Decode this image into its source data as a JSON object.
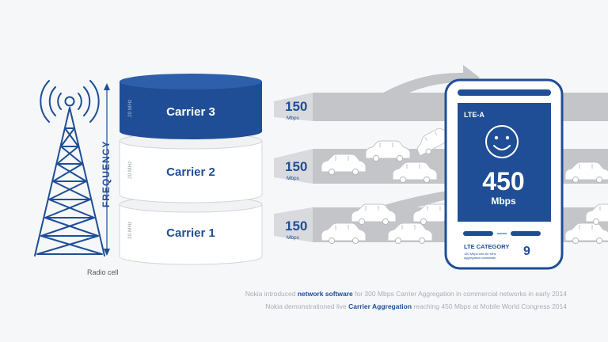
{
  "tower": {
    "label": "Radio cell"
  },
  "axis": {
    "label": "FREQUENCY"
  },
  "carriers": [
    {
      "name": "Carrier 3",
      "bandwidth": "20 MHz",
      "speed": "150",
      "unit": "Mbps"
    },
    {
      "name": "Carrier 2",
      "bandwidth": "20 MHz",
      "speed": "150",
      "unit": "Mbps"
    },
    {
      "name": "Carrier 1",
      "bandwidth": "20 MHz",
      "speed": "150",
      "unit": "Mbps"
    }
  ],
  "phone": {
    "network": "LTE-A",
    "speed": "450",
    "unit": "Mbps",
    "category_label": "LTE CATEGORY",
    "category_value": "9",
    "category_note_line1": "150 Mbps with 60 MHz",
    "category_note_line2": "aggregation bandwidth"
  },
  "captions": [
    {
      "before": "Nokia introduced ",
      "bold": "network software",
      "after": " for 300 Mbps Carrier Aggregation in commercial networks in early 2014"
    },
    {
      "before": "Nokia demonstrationed live ",
      "bold": "Carrier Aggregation",
      "after": " reaching 450 Mbps at Mobile World Congress 2014"
    }
  ],
  "colors": {
    "blue": "#1f4e96",
    "gray": "#c3c5c9",
    "white": "#ffffff",
    "caption": "#a9aeb6"
  }
}
